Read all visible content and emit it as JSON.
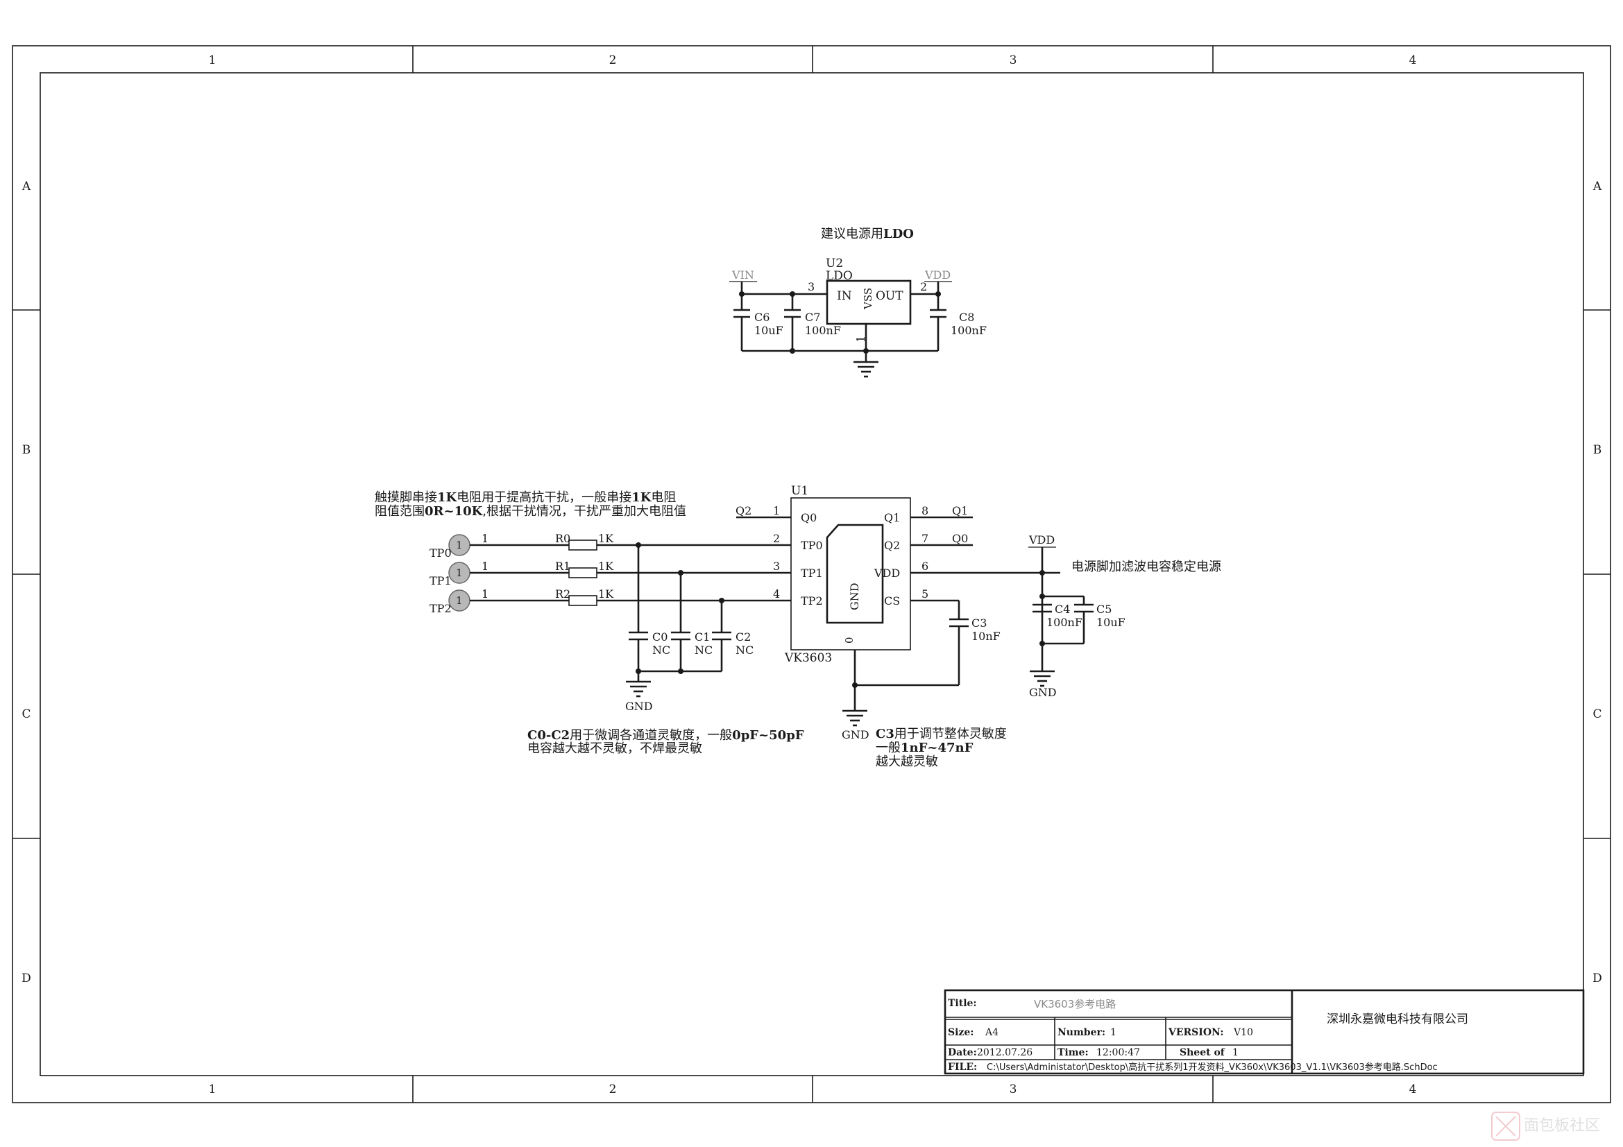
{
  "colors": {
    "ink": "#1a1a1a",
    "grey_label": "#8a8a8a",
    "tp_fill": "#b8b8b8"
  },
  "border": {
    "cols": [
      "1",
      "2",
      "3",
      "4"
    ],
    "rows": [
      "A",
      "B",
      "C",
      "D"
    ]
  },
  "ldo": {
    "title_prefix": "建议电源用",
    "title_bold": "LDO",
    "ref": "U2",
    "part": "LDO",
    "pin_in": "IN",
    "pin_out": "OUT",
    "pin_vss": "VSS",
    "pin_in_num": "3",
    "pin_out_num": "2",
    "pin_gnd_num": "1",
    "vin": "VIN",
    "vdd": "VDD",
    "c6": "C6",
    "c6_val": "10uF",
    "c7": "C7",
    "c7_val": "100nF",
    "c8": "C8",
    "c8_val": "100nF"
  },
  "main": {
    "note1_line1_a": "触摸脚串接",
    "note1_line1_b": "1K",
    "note1_line1_c": "电阻用于提高抗干扰，一般串接",
    "note1_line1_d": "1K",
    "note1_line1_e": "电阻",
    "note1_line2_a": "阻值范围",
    "note1_line2_b": "0R~10K",
    "note1_line2_c": ",根据干扰情况，干扰严重加大电阻值",
    "u1_ref": "U1",
    "u1_part": "VK3603",
    "u1_gnd": "GND",
    "u1_gnd_pin": "0",
    "pins_left": [
      {
        "num": "1",
        "name": "Q0",
        "net": "Q2"
      },
      {
        "num": "2",
        "name": "TP0"
      },
      {
        "num": "3",
        "name": "TP1"
      },
      {
        "num": "4",
        "name": "TP2"
      }
    ],
    "pins_right": [
      {
        "num": "8",
        "name": "Q1",
        "net": "Q1"
      },
      {
        "num": "7",
        "name": "Q2",
        "net": "Q0"
      },
      {
        "num": "6",
        "name": "VDD"
      },
      {
        "num": "5",
        "name": "CS"
      }
    ],
    "touch_pads": [
      {
        "label": "TP0",
        "pin": "1",
        "r": "R0",
        "rval": "1K"
      },
      {
        "label": "TP1",
        "pin": "1",
        "r": "R1",
        "rval": "1K"
      },
      {
        "label": "TP2",
        "pin": "1",
        "r": "R2",
        "rval": "1K"
      }
    ],
    "caps_nc": [
      {
        "ref": "C0",
        "val": "NC"
      },
      {
        "ref": "C1",
        "val": "NC"
      },
      {
        "ref": "C2",
        "val": "NC"
      }
    ],
    "gnd": "GND",
    "c3": "C3",
    "c3_val": "10nF",
    "vdd": "VDD",
    "vdd_note": "电源脚加滤波电容稳定电源",
    "c4": "C4",
    "c4_val": "100nF",
    "c5": "C5",
    "c5_val": "10uF",
    "note2_line1_a": "C0-C2",
    "note2_line1_b": "用于微调各通道灵敏度，一般",
    "note2_line1_c": "0pF~50pF",
    "note2_line2": "电容越大越不灵敏，不焊最灵敏",
    "note3_line1_a": "C3",
    "note3_line1_b": "用于调节整体灵敏度",
    "note3_line2_a": "一般",
    "note3_line2_b": "1nF~47nF",
    "note3_line3": "越大越灵敏"
  },
  "title_block": {
    "title_label": "Title:",
    "title_value": "VK3603参考电路",
    "company": "深圳永嘉微电科技有限公司",
    "size_label": "Size:",
    "size_value": "A4",
    "number_label": "Number:",
    "number_value": "1",
    "version_label": "VERSION:",
    "version_value": "V10",
    "date_label": "Date:",
    "date_value": "2012.07.26",
    "time_label": "Time:",
    "time_value": "12:00:47",
    "sheet_label": "Sheet of",
    "sheet_value": "1",
    "file_label": "FILE:",
    "file_value": "C:\\Users\\Administator\\Desktop\\高抗干扰系列1开发资料_VK360x\\VK3603_V1.1\\VK3603参考电路.SchDoc"
  },
  "watermark": "面包板社区"
}
